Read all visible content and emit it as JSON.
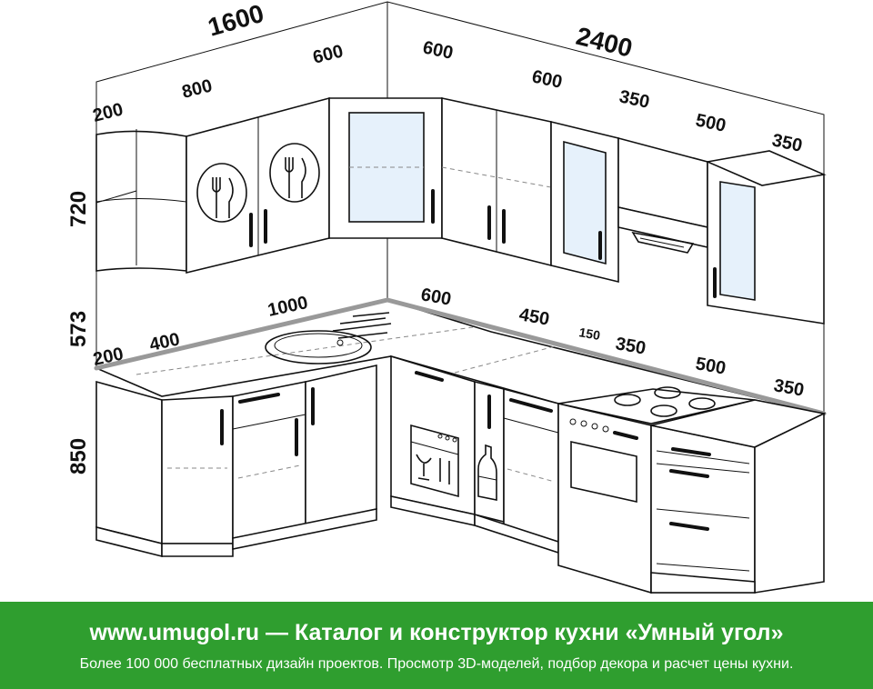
{
  "drawing": {
    "dimensions": {
      "upper_left_width": "1600",
      "upper_right_width": "2400",
      "upper_200": "200",
      "upper_800": "800",
      "upper_600_left": "600",
      "upper_600_corner": "600",
      "upper_600_right": "600",
      "upper_350_a": "350",
      "upper_500": "500",
      "upper_350_b": "350",
      "height_upper": "720",
      "height_gap": "573",
      "height_base": "850",
      "base_200": "200",
      "base_400": "400",
      "base_1000": "1000",
      "base_600": "600",
      "base_450": "450",
      "base_150": "150",
      "base_350_a": "350",
      "base_500": "500",
      "base_350_b": "350"
    }
  },
  "footer": {
    "title": "www.umugol.ru — Каталог и конструктор кухни «Умный угол»",
    "subtitle": "Более 100 000 бесплатных дизайн проектов. Просмотр 3D-моделей, подбор декора и расчет цены кухни."
  },
  "colors": {
    "footer_bg": "#2f9e2f",
    "glass": "#e6f1fb",
    "lines": "#111111"
  }
}
